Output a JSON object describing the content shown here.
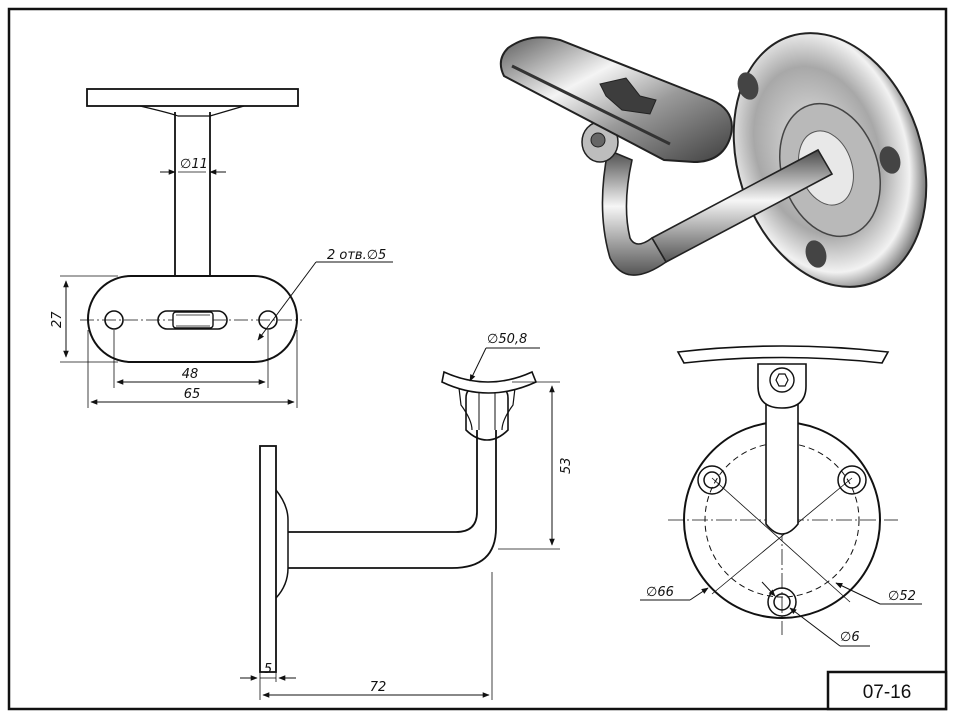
{
  "drawing": {
    "code": "07-16",
    "colors": {
      "line": "#111111",
      "paper": "#ffffff",
      "metal_dark": "#6f6f6f",
      "metal_light": "#f2f2f2"
    }
  },
  "top_view": {
    "rod_diameter": "∅11",
    "holes_note": "2 отв.∅5",
    "plate_height": "27",
    "hole_spacing": "48",
    "plate_length": "65"
  },
  "side_view": {
    "saddle_diameter": "∅50,8",
    "height": "53",
    "plate_thickness": "5",
    "projection": "72"
  },
  "front_view": {
    "flange_diameter": "∅66",
    "bolt_circle_diameter": "∅52",
    "hole_diameter": "∅6"
  }
}
